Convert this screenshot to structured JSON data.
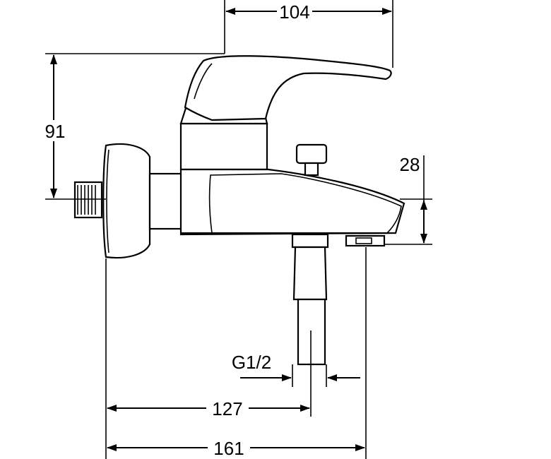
{
  "drawing": {
    "dimensions": {
      "top_width": "104",
      "height": "91",
      "spout_height": "28",
      "thread": "G1/2",
      "spout_offset": "127",
      "total_projection": "161"
    },
    "colors": {
      "line": "#000000",
      "background": "#ffffff"
    }
  }
}
